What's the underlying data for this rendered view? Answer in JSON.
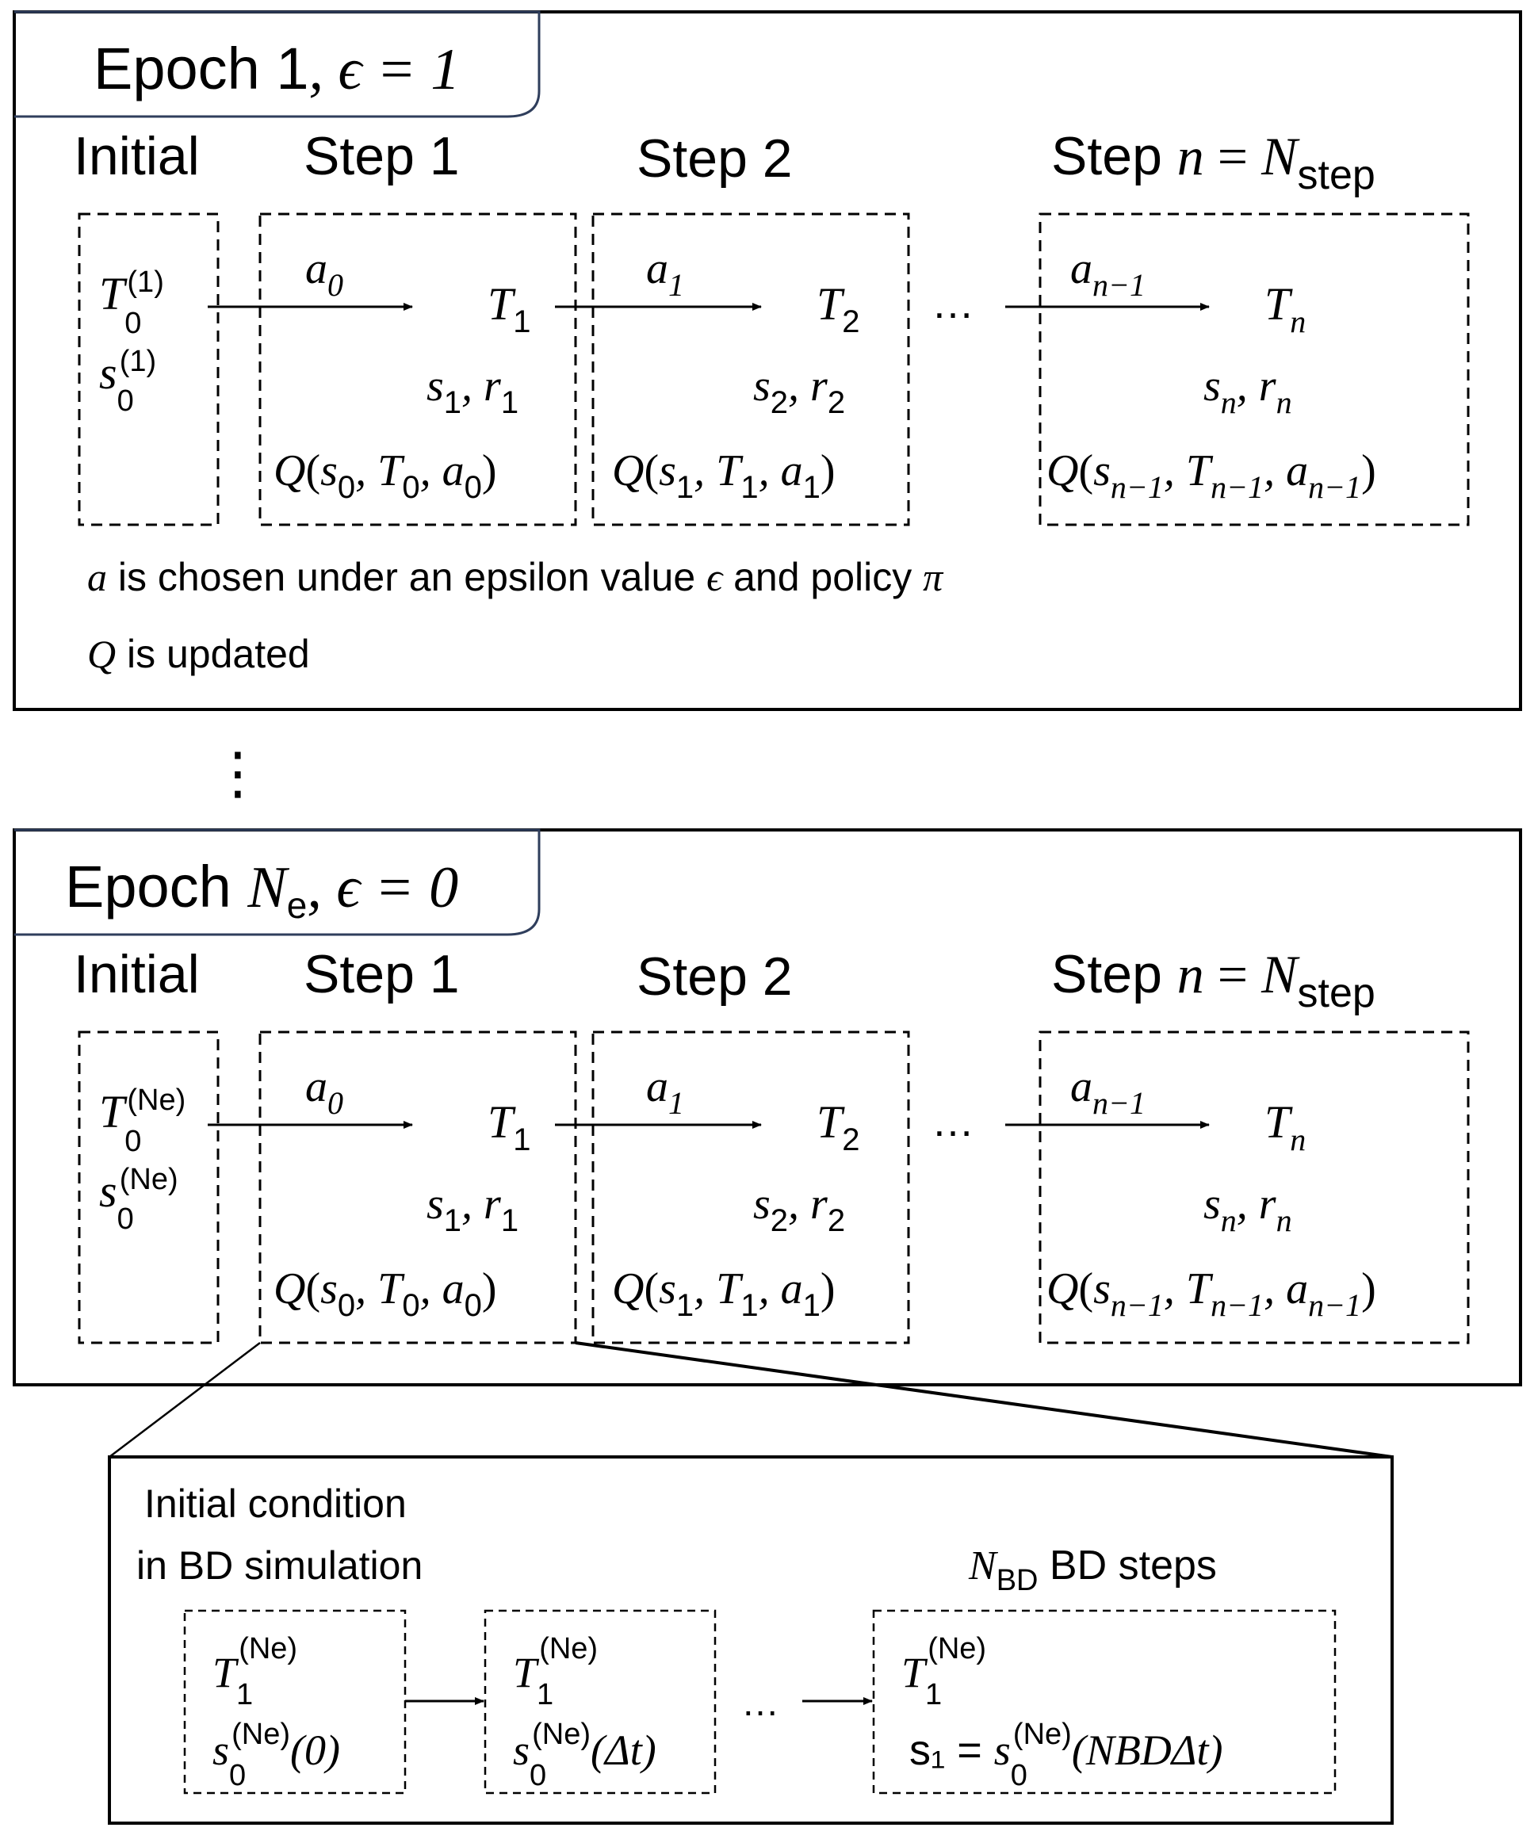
{
  "epochs": [
    {
      "title_prefix": "Epoch ",
      "title_epoch_symbol": "1",
      "title_epoch_sub": "",
      "title_suffix": ", ϵ = 1",
      "initial_T_sup": "(1)",
      "initial_s_sup": "(1)",
      "notes": [
        {
          "var": "a",
          "text": " is chosen under an epsilon value ",
          "sym": "ϵ",
          "text2": " and policy ",
          "sym2": "π"
        },
        {
          "var": "Q",
          "text": " is updated",
          "sym": "",
          "text2": "",
          "sym2": ""
        }
      ]
    },
    {
      "title_prefix": "Epoch ",
      "title_epoch_symbol": "N",
      "title_epoch_sub": "e",
      "title_suffix": ", ϵ = 0",
      "initial_T_sup": "(Ne)",
      "initial_s_sup": "(Ne)",
      "notes": []
    }
  ],
  "columns": {
    "initial_label": "Initial",
    "step1_label": "Step 1",
    "step2_label": "Step 2",
    "stepn_label_prefix": "Step ",
    "stepn_label_var": "n",
    "stepn_label_eq": " = ",
    "stepn_label_N": "N",
    "stepn_label_sub": "step",
    "ellipsis": "…"
  },
  "steps": [
    {
      "action": "a",
      "action_sub": "0",
      "temp": "T",
      "temp_sub": "1",
      "s": "s",
      "s_sub": "1",
      "r": "r",
      "r_sub": "1",
      "q_args": [
        "s",
        "0",
        "T",
        "0",
        "a",
        "0"
      ]
    },
    {
      "action": "a",
      "action_sub": "1",
      "temp": "T",
      "temp_sub": "2",
      "s": "s",
      "s_sub": "2",
      "r": "r",
      "r_sub": "2",
      "q_args": [
        "s",
        "1",
        "T",
        "1",
        "a",
        "1"
      ]
    },
    {
      "action": "a",
      "action_sub": "n−1",
      "temp": "T",
      "temp_sub": "n",
      "s": "s",
      "s_sub": "n",
      "r": "r",
      "r_sub": "n",
      "q_args": [
        "s",
        "n−1",
        "T",
        "n−1",
        "a",
        "n−1"
      ]
    }
  ],
  "vertical_ellipsis": "⋮",
  "bd_panel": {
    "initial_label_line1": "Initial condition",
    "initial_label_line2": "in BD simulation",
    "steps_label_N": "N",
    "steps_label_sub": "BD",
    "steps_label_text": " BD steps",
    "ellipsis": "…",
    "boxes": [
      {
        "T_sub": "1",
        "T_sup": "(Ne)",
        "s_prefix": "",
        "s_sub": "0",
        "s_sup": "(Ne)",
        "s_arg": "(0)"
      },
      {
        "T_sub": "1",
        "T_sup": "(Ne)",
        "s_prefix": "",
        "s_sub": "0",
        "s_sup": "(Ne)",
        "s_arg": "(Δt)"
      },
      {
        "T_sub": "1",
        "T_sup": "(Ne)",
        "s_prefix": "s₁ = ",
        "s_sub": "0",
        "s_sup": "(Ne)",
        "s_arg": "(NBDΔt)"
      }
    ]
  }
}
